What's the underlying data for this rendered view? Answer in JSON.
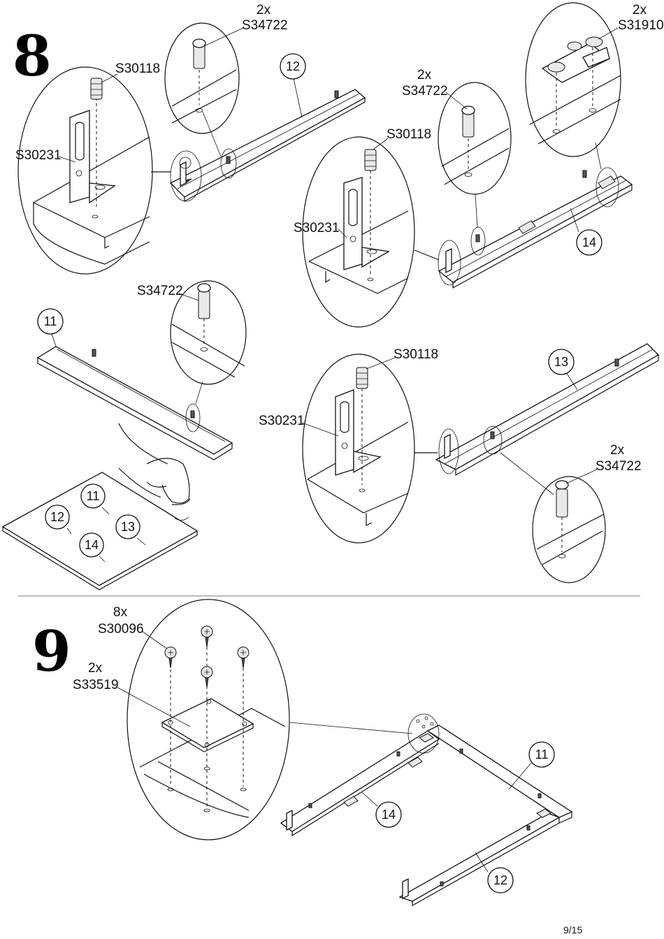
{
  "steps": {
    "step8": "8",
    "step9": "9"
  },
  "callouts": {
    "s8_qty_a": "2x",
    "s8_code_a": "S34722",
    "s8_code_s30118_a": "S30118",
    "s8_code_s30231_a": "S30231",
    "s8_qty_b": "2x",
    "s8_code_b": "S34722",
    "s8_code_s30118_b": "S30118",
    "s8_code_s30231_b": "S30231",
    "s8_qty_c": "2x",
    "s8_code_c": "S31910",
    "s8_code_d": "S34722",
    "s8_code_s30118_c": "S30118",
    "s8_code_s30231_c": "S30231",
    "s8_qty_e": "2x",
    "s8_code_e": "S34722",
    "s9_qty_a": "8x",
    "s9_code_a": "S30096",
    "s9_qty_b": "2x",
    "s9_code_b": "S33519"
  },
  "part_numbers": {
    "p12_top": "12",
    "p14_top": "14",
    "p11_mid": "11",
    "p13_mid": "13",
    "sheet_11": "11",
    "sheet_12": "12",
    "sheet_13": "13",
    "sheet_14": "14",
    "p11_bottom": "11",
    "p14_bottom": "14",
    "p12_bottom": "12"
  },
  "page_number": "9/15"
}
